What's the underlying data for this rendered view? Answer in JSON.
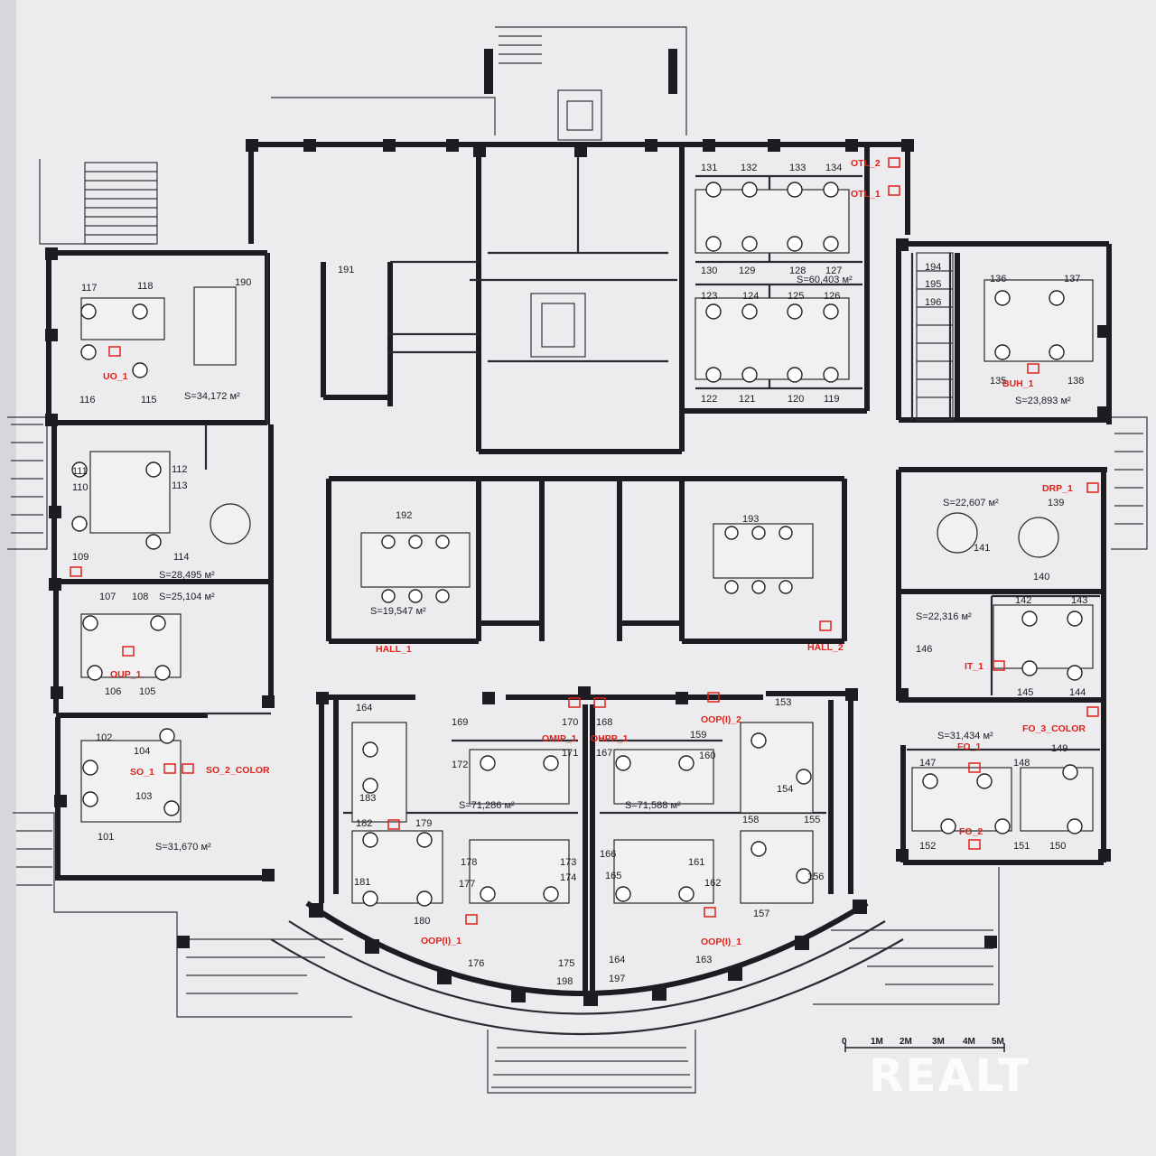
{
  "room_numbers": {
    "r101": "101",
    "r102": "102",
    "r103": "103",
    "r104": "104",
    "r105": "105",
    "r106": "106",
    "r107": "107",
    "r108": "108",
    "r109": "109",
    "r110": "110",
    "r111": "111",
    "r112": "112",
    "r113": "113",
    "r114": "114",
    "r115": "115",
    "r116": "116",
    "r117": "117",
    "r118": "118",
    "r119": "119",
    "r120": "120",
    "r121": "121",
    "r122": "122",
    "r123": "123",
    "r124": "124",
    "r125": "125",
    "r126": "126",
    "r127": "127",
    "r128": "128",
    "r129": "129",
    "r130": "130",
    "r131": "131",
    "r132": "132",
    "r133": "133",
    "r134": "134",
    "r135": "135",
    "r136": "136",
    "r137": "137",
    "r138": "138",
    "r139": "139",
    "r140": "140",
    "r141": "141",
    "r142": "142",
    "r143": "143",
    "r144": "144",
    "r145": "145",
    "r146": "146",
    "r147": "147",
    "r148": "148",
    "r149": "149",
    "r150": "150",
    "r151": "151",
    "r152": "152",
    "r153": "153",
    "r154": "154",
    "r155": "155",
    "r156": "156",
    "r157": "157",
    "r158": "158",
    "r159": "159",
    "r160": "160",
    "r161": "161",
    "r162": "162",
    "r163": "163",
    "r164": "164",
    "r164b": "164",
    "r165": "165",
    "r166": "166",
    "r167": "167",
    "r168": "168",
    "r169": "169",
    "r170": "170",
    "r171": "171",
    "r172": "172",
    "r173": "173",
    "r174": "174",
    "r175": "175",
    "r176": "176",
    "r177": "177",
    "r178": "178",
    "r179": "179",
    "r180": "180",
    "r181": "181",
    "r182": "182",
    "r183": "183",
    "r190": "190",
    "r191": "191",
    "r192": "192",
    "r193": "193",
    "r194": "194",
    "r195": "195",
    "r196": "196",
    "r197": "197",
    "r198": "198"
  },
  "areas": {
    "a_uo": "S=34,172 м²",
    "a_open_top": "S=60,403 м²",
    "a_buh": "S=23,893 м²",
    "a_111": "S=28,495 м²",
    "a_107": "S=25,104 м²",
    "a_so": "S=31,670 м²",
    "a_192": "S=19,547 м²",
    "a_drp": "S=22,607 м²",
    "a_it": "S=22,316 м²",
    "a_fo": "S=31,434 м²",
    "a_left_center": "S=71,286 м²",
    "a_right_center": "S=71,588 м²"
  },
  "tags": {
    "uo1": "UO_1",
    "otl2": "OTL_2",
    "otl1": "OTL_1",
    "buh1": "BUH_1",
    "oup1": "OUP_1",
    "so1": "SO_1",
    "so2": "SO_2_COLOR",
    "hall1": "HALL_1",
    "hall2": "HALL_2",
    "drp1": "DRP_1",
    "it1": "IT_1",
    "fo3": "FO_3_COLOR",
    "fo1": "FO_1",
    "fo2": "FO_2",
    "omip1": "OMIP_1",
    "ohpp1": "OHPP_1",
    "oop2": "OOP(I)_2",
    "oop1_left": "OOP(I)_1",
    "oop1_right": "OOP(I)_1"
  },
  "scale": {
    "labels": [
      "0",
      "1M",
      "2M",
      "3M",
      "4M",
      "5M"
    ]
  },
  "watermark": "REALT"
}
